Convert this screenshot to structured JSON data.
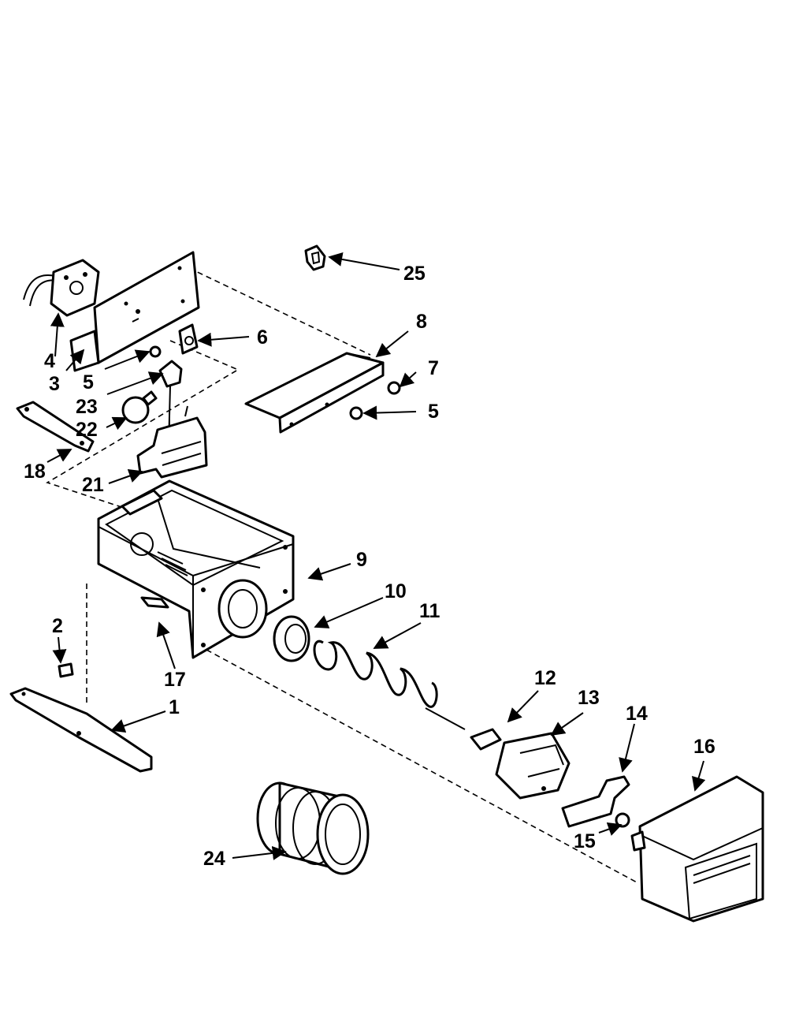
{
  "diagram": {
    "callouts": {
      "c1": "1",
      "c2": "2",
      "c3": "3",
      "c4": "4",
      "c5a": "5",
      "c5b": "5",
      "c6": "6",
      "c7": "7",
      "c8": "8",
      "c9": "9",
      "c10": "10",
      "c11": "11",
      "c12": "12",
      "c13": "13",
      "c14": "14",
      "c15": "15",
      "c16": "16",
      "c17": "17",
      "c18": "18",
      "c21": "21",
      "c22": "22",
      "c23": "23",
      "c24": "24",
      "c25": "25"
    }
  }
}
